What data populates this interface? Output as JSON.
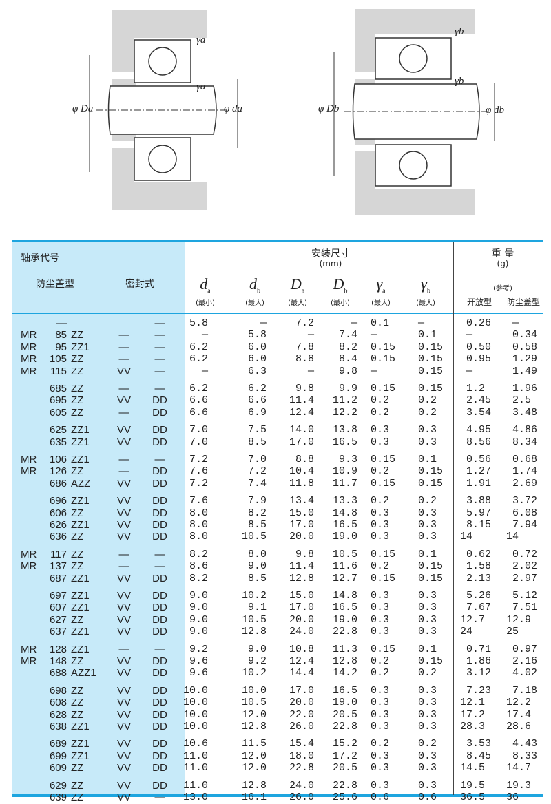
{
  "diagram_labels": {
    "left": {
      "gamma_a_top": "γa",
      "gamma_a_mid": "γa",
      "Da": "φ Da",
      "da": "φ da"
    },
    "right": {
      "gamma_b_top": "γb",
      "gamma_b_mid": "γb",
      "Db": "φ Db",
      "db": "φ db"
    }
  },
  "header": {
    "bearing_code": "轴承代号",
    "shield_type": "防尘盖型",
    "seal_type": "密封式",
    "mounting_dims": "安装尺寸",
    "mounting_unit": "(mm)",
    "weight": "重 量",
    "weight_unit": "(g)",
    "reference": "(参考)",
    "open_type": "开放型",
    "shielded_type": "防尘盖型",
    "columns": [
      {
        "sym": "d",
        "sub": "a",
        "note": "(最小)"
      },
      {
        "sym": "d",
        "sub": "b",
        "note": "(最大)"
      },
      {
        "sym": "D",
        "sub": "a",
        "note": "(最大)"
      },
      {
        "sym": "D",
        "sub": "b",
        "note": "(最小)"
      },
      {
        "sym": "γ",
        "sub": "a",
        "note": "(最大)"
      },
      {
        "sym": "γ",
        "sub": "b",
        "note": "(最大)"
      }
    ]
  },
  "groups": [
    [
      [
        "",
        "—",
        "",
        "",
        "—",
        "5.8",
        "—",
        "7.2",
        "—",
        "0.1",
        "—",
        "0.26",
        "—"
      ],
      [
        "MR",
        "85",
        "ZZ",
        "—",
        "—",
        "—",
        "5.8",
        "—",
        "7.4",
        "—",
        "0.1",
        "—",
        "0.34"
      ],
      [
        "MR",
        "95",
        "ZZ1",
        "—",
        "—",
        "6.2",
        "6.0",
        "7.8",
        "8.2",
        "0.15",
        "0.15",
        "0.50",
        "0.58"
      ],
      [
        "MR",
        "105",
        "ZZ",
        "—",
        "—",
        "6.2",
        "6.0",
        "8.8",
        "8.4",
        "0.15",
        "0.15",
        "0.95",
        "1.29"
      ],
      [
        "MR",
        "115",
        "ZZ",
        "VV",
        "—",
        "—",
        "6.3",
        "—",
        "9.8",
        "—",
        "0.15",
        "—",
        "1.49"
      ]
    ],
    [
      [
        "",
        "685",
        "ZZ",
        "—",
        "—",
        "6.2",
        "6.2",
        "9.8",
        "9.9",
        "0.15",
        "0.15",
        "1.2",
        "1.96"
      ],
      [
        "",
        "695",
        "ZZ",
        "VV",
        "DD",
        "6.6",
        "6.6",
        "11.4",
        "11.2",
        "0.2",
        "0.2",
        "2.45",
        "2.5"
      ],
      [
        "",
        "605",
        "ZZ",
        "—",
        "DD",
        "6.6",
        "6.9",
        "12.4",
        "12.2",
        "0.2",
        "0.2",
        "3.54",
        "3.48"
      ]
    ],
    [
      [
        "",
        "625",
        "ZZ1",
        "VV",
        "DD",
        "7.0",
        "7.5",
        "14.0",
        "13.8",
        "0.3",
        "0.3",
        "4.95",
        "4.86"
      ],
      [
        "",
        "635",
        "ZZ1",
        "VV",
        "DD",
        "7.0",
        "8.5",
        "17.0",
        "16.5",
        "0.3",
        "0.3",
        "8.56",
        "8.34"
      ]
    ],
    [
      [
        "MR",
        "106",
        "ZZ1",
        "—",
        "—",
        "7.2",
        "7.0",
        "8.8",
        "9.3",
        "0.15",
        "0.1",
        "0.56",
        "0.68"
      ],
      [
        "MR",
        "126",
        "ZZ",
        "—",
        "DD",
        "7.6",
        "7.2",
        "10.4",
        "10.9",
        "0.2",
        "0.15",
        "1.27",
        "1.74"
      ],
      [
        "",
        "686",
        "AZZ",
        "VV",
        "DD",
        "7.2",
        "7.4",
        "11.8",
        "11.7",
        "0.15",
        "0.15",
        "1.91",
        "2.69"
      ]
    ],
    [
      [
        "",
        "696",
        "ZZ1",
        "VV",
        "DD",
        "7.6",
        "7.9",
        "13.4",
        "13.3",
        "0.2",
        "0.2",
        "3.88",
        "3.72"
      ],
      [
        "",
        "606",
        "ZZ",
        "VV",
        "DD",
        "8.0",
        "8.2",
        "15.0",
        "14.8",
        "0.3",
        "0.3",
        "5.97",
        "6.08"
      ],
      [
        "",
        "626",
        "ZZ1",
        "VV",
        "DD",
        "8.0",
        "8.5",
        "17.0",
        "16.5",
        "0.3",
        "0.3",
        "8.15",
        "7.94"
      ],
      [
        "",
        "636",
        "ZZ",
        "VV",
        "DD",
        "8.0",
        "10.5",
        "20.0",
        "19.0",
        "0.3",
        "0.3",
        "14",
        "14"
      ]
    ],
    [
      [
        "MR",
        "117",
        "ZZ",
        "—",
        "—",
        "8.2",
        "8.0",
        "9.8",
        "10.5",
        "0.15",
        "0.1",
        "0.62",
        "0.72"
      ],
      [
        "MR",
        "137",
        "ZZ",
        "—",
        "—",
        "8.6",
        "9.0",
        "11.4",
        "11.6",
        "0.2",
        "0.15",
        "1.58",
        "2.02"
      ],
      [
        "",
        "687",
        "ZZ1",
        "VV",
        "DD",
        "8.2",
        "8.5",
        "12.8",
        "12.7",
        "0.15",
        "0.15",
        "2.13",
        "2.97"
      ]
    ],
    [
      [
        "",
        "697",
        "ZZ1",
        "VV",
        "DD",
        "9.0",
        "10.2",
        "15.0",
        "14.8",
        "0.3",
        "0.3",
        "5.26",
        "5.12"
      ],
      [
        "",
        "607",
        "ZZ1",
        "VV",
        "DD",
        "9.0",
        "9.1",
        "17.0",
        "16.5",
        "0.3",
        "0.3",
        "7.67",
        "7.51"
      ],
      [
        "",
        "627",
        "ZZ",
        "VV",
        "DD",
        "9.0",
        "10.5",
        "20.0",
        "19.0",
        "0.3",
        "0.3",
        "12.7",
        "12.9"
      ],
      [
        "",
        "637",
        "ZZ1",
        "VV",
        "DD",
        "9.0",
        "12.8",
        "24.0",
        "22.8",
        "0.3",
        "0.3",
        "24",
        "25"
      ]
    ],
    [
      [
        "MR",
        "128",
        "ZZ1",
        "—",
        "—",
        "9.2",
        "9.0",
        "10.8",
        "11.3",
        "0.15",
        "0.1",
        "0.71",
        "0.97"
      ],
      [
        "MR",
        "148",
        "ZZ",
        "VV",
        "DD",
        "9.6",
        "9.2",
        "12.4",
        "12.8",
        "0.2",
        "0.15",
        "1.86",
        "2.16"
      ],
      [
        "",
        "688",
        "AZZ1",
        "VV",
        "DD",
        "9.6",
        "10.2",
        "14.4",
        "14.2",
        "0.2",
        "0.2",
        "3.12",
        "4.02"
      ]
    ],
    [
      [
        "",
        "698",
        "ZZ",
        "VV",
        "DD",
        "10.0",
        "10.0",
        "17.0",
        "16.5",
        "0.3",
        "0.3",
        "7.23",
        "7.18"
      ],
      [
        "",
        "608",
        "ZZ",
        "VV",
        "DD",
        "10.0",
        "10.5",
        "20.0",
        "19.0",
        "0.3",
        "0.3",
        "12.1",
        "12.2"
      ],
      [
        "",
        "628",
        "ZZ",
        "VV",
        "DD",
        "10.0",
        "12.0",
        "22.0",
        "20.5",
        "0.3",
        "0.3",
        "17.2",
        "17.4"
      ],
      [
        "",
        "638",
        "ZZ1",
        "VV",
        "DD",
        "10.0",
        "12.8",
        "26.0",
        "22.8",
        "0.3",
        "0.3",
        "28.3",
        "28.6"
      ]
    ],
    [
      [
        "",
        "689",
        "ZZ1",
        "VV",
        "DD",
        "10.6",
        "11.5",
        "15.4",
        "15.2",
        "0.2",
        "0.2",
        "3.53",
        "4.43"
      ],
      [
        "",
        "699",
        "ZZ1",
        "VV",
        "DD",
        "11.0",
        "12.0",
        "18.0",
        "17.2",
        "0.3",
        "0.3",
        "8.45",
        "8.33"
      ],
      [
        "",
        "609",
        "ZZ",
        "VV",
        "DD",
        "11.0",
        "12.0",
        "22.8",
        "20.5",
        "0.3",
        "0.3",
        "14.5",
        "14.7"
      ]
    ],
    [
      [
        "",
        "629",
        "ZZ",
        "VV",
        "DD",
        "11.0",
        "12.8",
        "24.0",
        "22.8",
        "0.3",
        "0.3",
        "19.5",
        "19.3"
      ],
      [
        "",
        "639",
        "ZZ",
        "VV",
        "—",
        "13.0",
        "16.1",
        "26.0",
        "25.6",
        "0.6",
        "0.6",
        "36.5",
        "36"
      ]
    ]
  ]
}
